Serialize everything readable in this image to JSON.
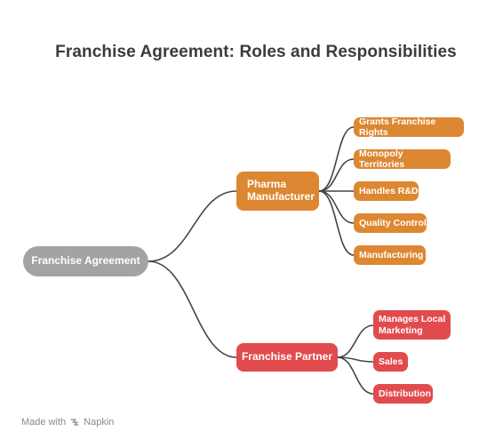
{
  "title": "Franchise Agreement: Roles and Responsibilities",
  "root": {
    "label": "Franchise Agreement",
    "color": "#a3a3a3"
  },
  "branches": {
    "pharma": {
      "label": "Pharma\nManufacturer",
      "color": "#dd8732",
      "items": [
        "Grants Franchise Rights",
        "Monopoly Territories",
        "Handles R&D",
        "Quality Control",
        "Manufacturing"
      ]
    },
    "partner": {
      "label": "Franchise Partner",
      "color": "#e24b4e",
      "items": [
        "Manages Local\nMarketing",
        "Sales",
        "Distribution"
      ]
    }
  },
  "watermark": {
    "prefix": "Made with",
    "brand": "Napkin",
    "icon": "napkin-logo-icon"
  }
}
